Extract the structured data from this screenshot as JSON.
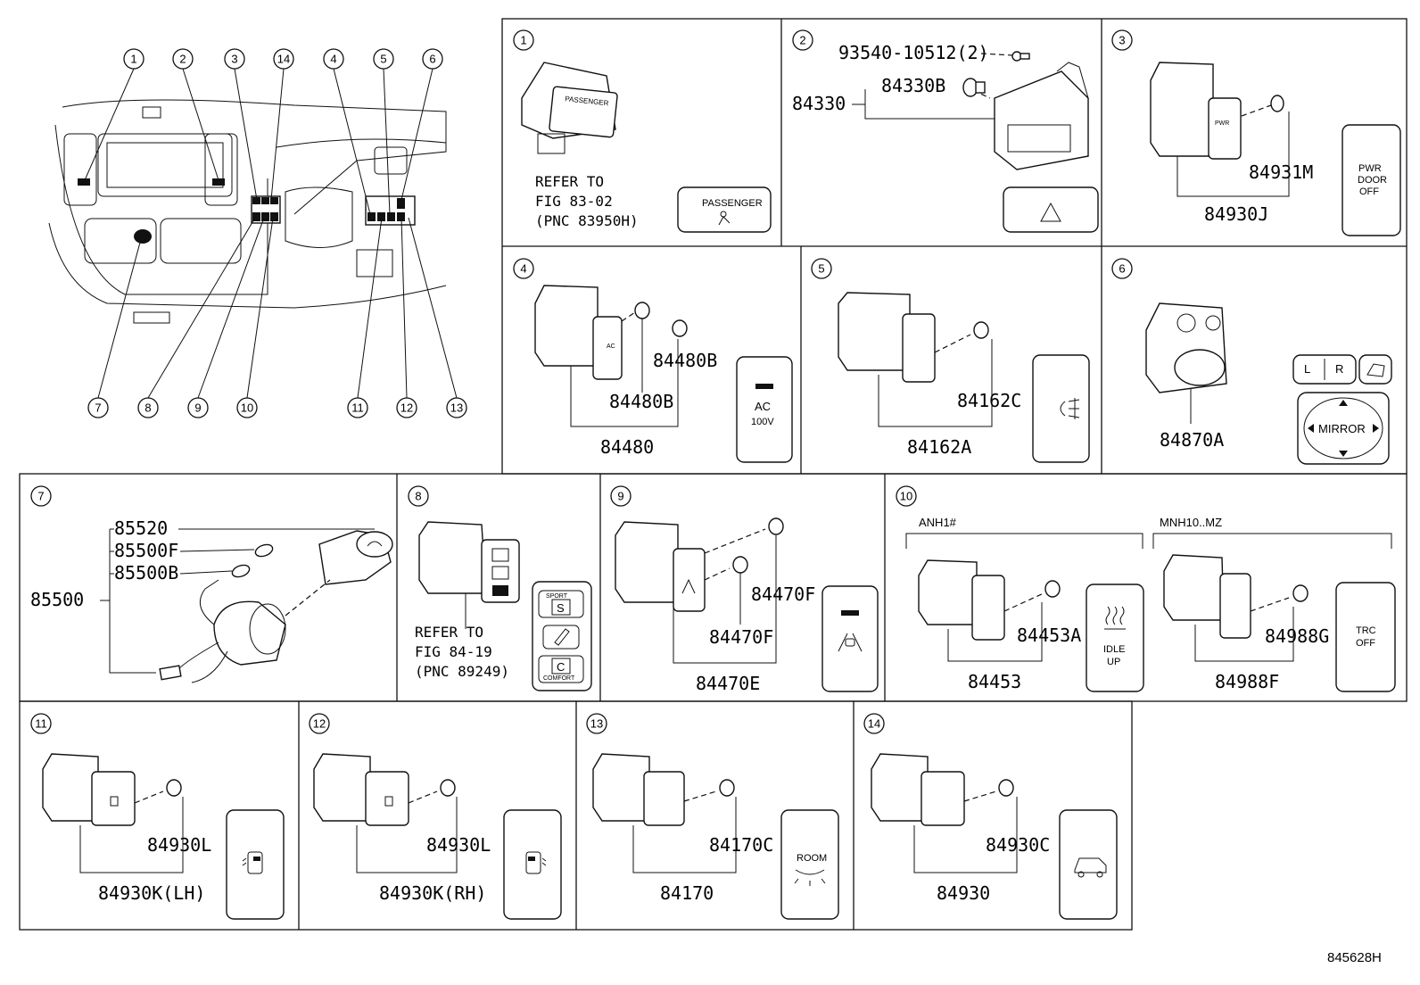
{
  "figure_code": "845628H",
  "overview_callouts": [
    "1",
    "2",
    "3",
    "14",
    "4",
    "5",
    "6",
    "7",
    "8",
    "9",
    "10",
    "11",
    "12",
    "13"
  ],
  "panels": [
    {
      "num": "1",
      "note": [
        "REFER TO",
        "FIG 83-02",
        "(PNC 83950H)"
      ],
      "switch_text": "PASSENGER"
    },
    {
      "num": "2",
      "parts": [
        "93540-10512(2)",
        "84330B",
        "84330"
      ],
      "switch_icon": "hazard-triangle-icon"
    },
    {
      "num": "3",
      "parts": [
        "84931M",
        "84930J"
      ],
      "switch_lines": [
        "PWR",
        "DOOR",
        "OFF"
      ]
    },
    {
      "num": "4",
      "parts": [
        "84480B",
        "84480B",
        "84480"
      ],
      "switch_lines": [
        "AC",
        "100V"
      ]
    },
    {
      "num": "5",
      "parts": [
        "84162C",
        "84162A"
      ],
      "switch_icon": "fog-lamp-icon"
    },
    {
      "num": "6",
      "parts": [
        "84870A"
      ],
      "switch_labels": [
        "L",
        "R",
        "MIRROR"
      ]
    },
    {
      "num": "7",
      "parts": [
        "85520",
        "85500F",
        "85500B",
        "85500"
      ]
    },
    {
      "num": "8",
      "note": [
        "REFER TO",
        "FIG 84-19",
        "(PNC 89249)"
      ],
      "switch_labels": [
        "SPORT",
        "S",
        "C",
        "COMFORT"
      ]
    },
    {
      "num": "9",
      "parts": [
        "84470F",
        "84470F",
        "84470E"
      ],
      "switch_icon": "lane-departure-icon"
    },
    {
      "num": "10",
      "variants": [
        "ANH1#",
        "MNH10..MZ"
      ],
      "parts": [
        "84453A",
        "84453",
        "84988G",
        "84988F"
      ],
      "switch_lines": [
        "IDLE",
        "UP"
      ],
      "switch_lines_b": [
        "TRC",
        "OFF"
      ]
    },
    {
      "num": "11",
      "parts": [
        "84930L",
        "84930K(LH)"
      ],
      "switch_icon": "sliding-door-left-icon"
    },
    {
      "num": "12",
      "parts": [
        "84930L",
        "84930K(RH)"
      ],
      "switch_icon": "sliding-door-right-icon"
    },
    {
      "num": "13",
      "parts": [
        "84170C",
        "84170"
      ],
      "switch_text": "ROOM",
      "switch_icon": "room-lamp-icon"
    },
    {
      "num": "14",
      "parts": [
        "84930C",
        "84930"
      ],
      "switch_icon": "back-door-icon"
    }
  ]
}
